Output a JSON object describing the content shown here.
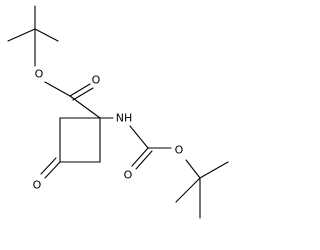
{
  "structure": {
    "atoms": {
      "ester_oxygen": "O",
      "ester_carbonyl_oxygen": "O",
      "amine_nh": "NH",
      "ketone_oxygen": "O",
      "carbamate_carbonyl_oxygen": "O",
      "carbamate_ether_oxygen": "O"
    }
  }
}
